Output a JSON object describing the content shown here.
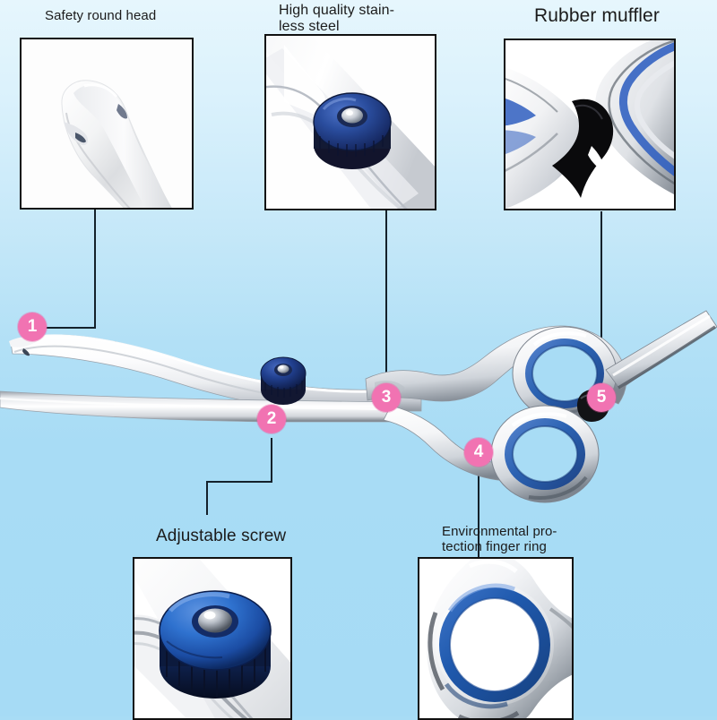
{
  "page": {
    "title": "Pet grooming scissors feature infographic",
    "background_top_color": "#E6F6FD",
    "background_bottom_color": "#A6DBF5",
    "badge_color": "#F173B2",
    "badge_text_color": "#FFFFFF",
    "leader_line_color": "#14212B",
    "callout_border_color": "#111111"
  },
  "labels": [
    {
      "id": "safety-round-head",
      "text": "Safety round head",
      "font_size": 15
    },
    {
      "id": "high-quality-steel",
      "text": "High quality stain-\nless steel",
      "font_size": 16
    },
    {
      "id": "rubber-muffler",
      "text": "Rubber muffler",
      "font_size": 21
    },
    {
      "id": "adjustable-screw",
      "text": "Adjustable screw",
      "font_size": 19
    },
    {
      "id": "finger-ring",
      "text": "Environmental pro-\ntection finger ring",
      "font_size": 15
    }
  ],
  "badges": [
    {
      "number": "1",
      "target": "safety-round-head"
    },
    {
      "number": "2",
      "target": "adjustable-screw"
    },
    {
      "number": "3",
      "target": "high-quality-steel"
    },
    {
      "number": "4",
      "target": "finger-ring"
    },
    {
      "number": "5",
      "target": "rubber-muffler"
    }
  ],
  "callouts": [
    {
      "id": "callout-safety-round-head",
      "caption": "Safety round head",
      "detail": "Rounded blade tip close-up"
    },
    {
      "id": "callout-stainless-steel",
      "caption": "High quality stainless steel",
      "detail": "Blue tension screw on steel blade"
    },
    {
      "id": "callout-rubber-muffler",
      "caption": "Rubber muffler",
      "detail": "Black rubber silencer bumper"
    },
    {
      "id": "callout-adjustable-screw",
      "caption": "Adjustable screw",
      "detail": "Blue knurled adjustable screw"
    },
    {
      "id": "callout-finger-ring",
      "caption": "Environmental protection finger ring",
      "detail": "Blue silicone finger ring insert"
    }
  ],
  "product": {
    "name": "Curved grooming scissors",
    "blade_color": "#FFFFFF",
    "ring_insert_color": "#2B63B0",
    "screw_color": "#1F3E8C"
  }
}
